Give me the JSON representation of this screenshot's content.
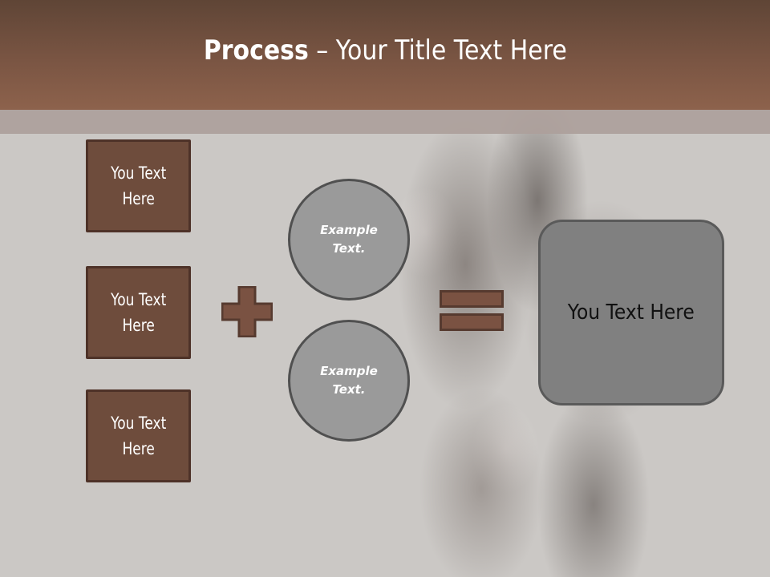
{
  "title": {
    "bold": "Process",
    "rest": " – Your Title Text Here"
  },
  "left_boxes": [
    {
      "line1": "You Text",
      "line2": "Here"
    },
    {
      "line1": "You Text",
      "line2": "Here"
    },
    {
      "line1": "You Text",
      "line2": "Here"
    }
  ],
  "operators": {
    "plus": "plus-icon",
    "equals": "equals-icon"
  },
  "circles": [
    {
      "line1": "Example",
      "line2": "Text."
    },
    {
      "line1": "Example",
      "line2": "Text."
    }
  ],
  "result": {
    "label": "You Text Here"
  },
  "colors": {
    "header_top": "#5f4536",
    "header_bottom": "#8d624c",
    "box_fill": "#6e4c3c",
    "box_border": "#4e3228",
    "circle_fill": "#9a9a9a",
    "result_fill": "#808080",
    "background": "#cbc8c5"
  }
}
